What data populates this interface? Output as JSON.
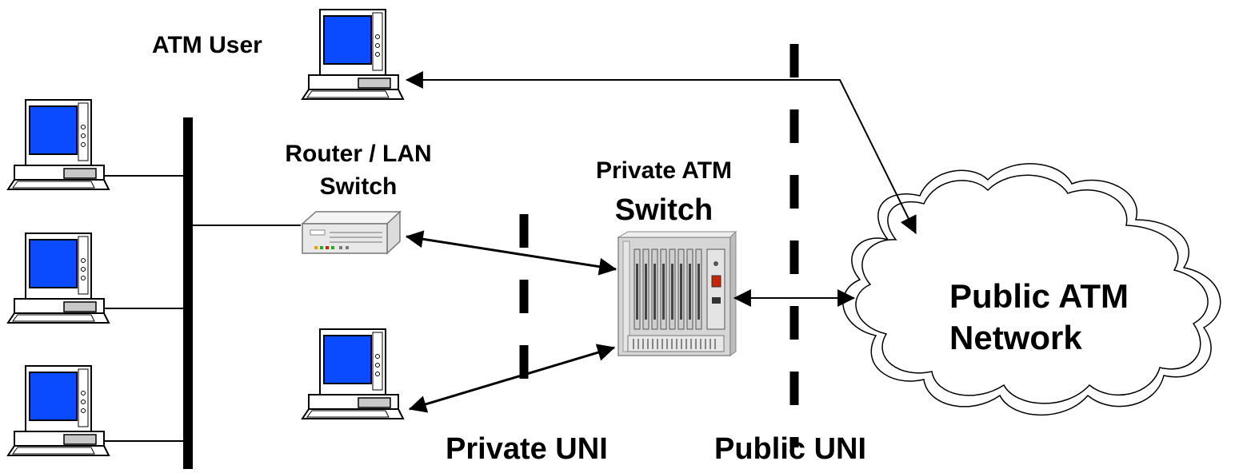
{
  "labels": {
    "atm_user": "ATM User",
    "router_line1": "Router / LAN",
    "router_line2": "Switch",
    "private_switch_line1": "Private ATM",
    "private_switch_line2": "Switch",
    "public_network_line1": "Public ATM",
    "public_network_line2": "Network",
    "private_uni": "Private UNI",
    "public_uni": "Public UNI"
  },
  "colors": {
    "screen": "#0a4bff",
    "outline": "#000000",
    "panel": "#c8c8c8",
    "device_fill": "#ffffff",
    "switch_body": "#cfcfcf",
    "led_red": "#cc2200",
    "led_green": "#22aa22",
    "led_orange": "#ff9900"
  },
  "icons": {
    "computer": "computer-icon",
    "router": "router-icon",
    "atm_switch": "atm-switch-icon",
    "cloud": "cloud-icon"
  }
}
